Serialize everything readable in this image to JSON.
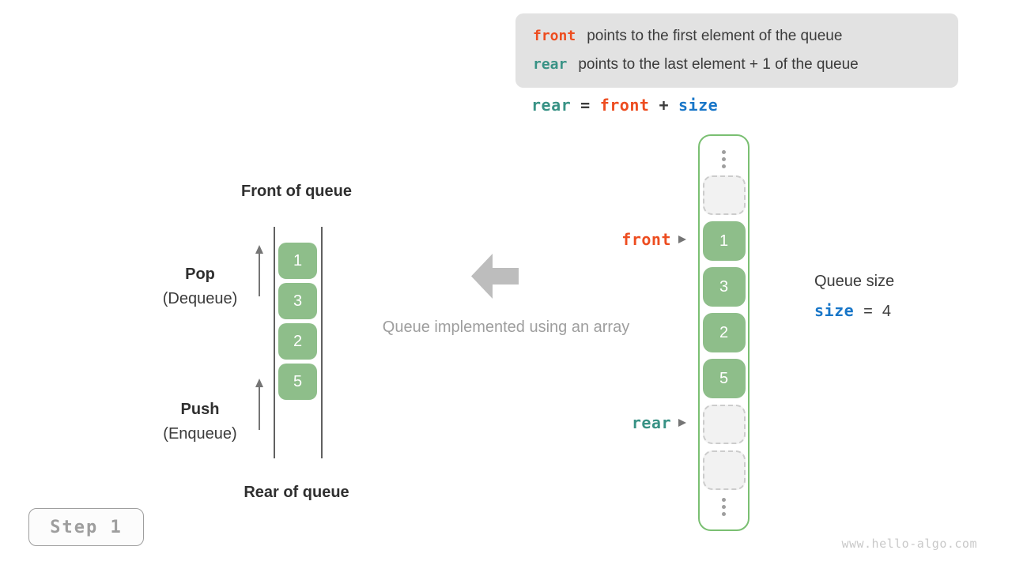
{
  "info_box": {
    "lines": [
      {
        "code": "front",
        "text": "points to the first element of the queue"
      },
      {
        "code": "rear",
        "text": "points to the last element + 1 of the queue"
      }
    ]
  },
  "formula": {
    "rear": "rear",
    "eq": "=",
    "front": "front",
    "plus": "+",
    "size": "size"
  },
  "left_diagram": {
    "front_label": "Front of queue",
    "rear_label": "Rear of queue",
    "pop_label": "Pop",
    "pop_sub": "(Dequeue)",
    "push_label": "Push",
    "push_sub": "(Enqueue)",
    "cells": [
      "1",
      "3",
      "2",
      "5"
    ]
  },
  "middle": {
    "caption": "Queue implemented using an array"
  },
  "right_array": {
    "front_pointer_label": "front",
    "rear_pointer_label": "rear",
    "cells": [
      {
        "kind": "ellipsis"
      },
      {
        "kind": "empty"
      },
      {
        "kind": "value",
        "text": "1"
      },
      {
        "kind": "value",
        "text": "3"
      },
      {
        "kind": "value",
        "text": "2"
      },
      {
        "kind": "value",
        "text": "5"
      },
      {
        "kind": "empty"
      },
      {
        "kind": "empty"
      },
      {
        "kind": "ellipsis"
      }
    ]
  },
  "queue_size": {
    "title": "Queue size",
    "var": "size",
    "eq": "=",
    "value": "4"
  },
  "step_badge": {
    "label": "Step 1"
  },
  "watermark": "www.hello-algo.com",
  "colors": {
    "orange": "#ed4d20",
    "teal": "#389285",
    "blue": "#1876c8",
    "green_cell": "#8ebe8a",
    "green_border": "#7abf72",
    "gray_box": "#e2e2e2",
    "text_dark": "#3b3b3b",
    "gray_mid": "#9e9e9e",
    "arrow_gray": "#bdbdbd"
  }
}
